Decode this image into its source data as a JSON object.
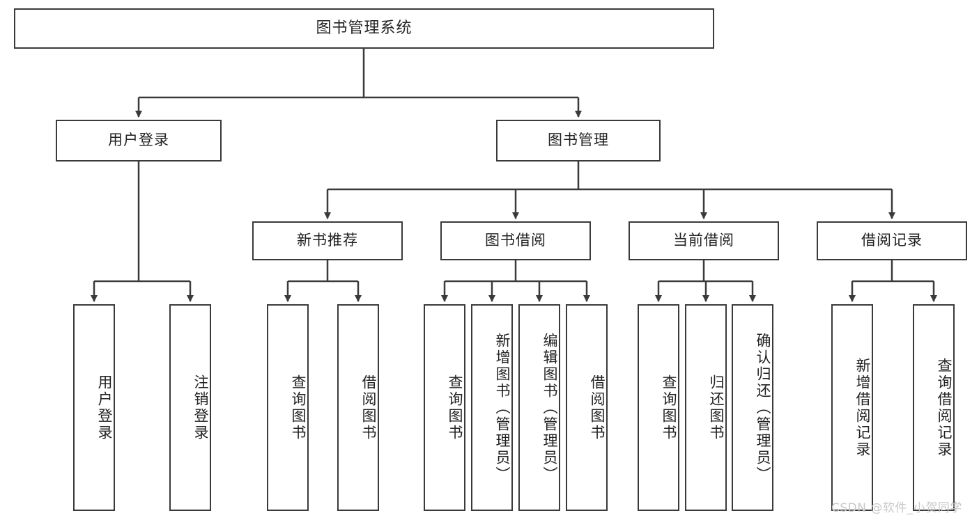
{
  "diagram": {
    "type": "tree-hierarchy",
    "title": "图书管理系统",
    "watermark": "CSDN @软件_小贺同学",
    "colors": {
      "stroke": "#3a3a3a",
      "box_fill": "#ffffff",
      "text": "#222222",
      "background": "#ffffff",
      "watermark": "#c9c9c9"
    },
    "nodes": {
      "root": {
        "label": "图书管理系统"
      },
      "level2": [
        {
          "label": "用户登录"
        },
        {
          "label": "图书管理"
        }
      ],
      "level3": [
        {
          "label": "新书推荐"
        },
        {
          "label": "图书借阅"
        },
        {
          "label": "当前借阅"
        },
        {
          "label": "借阅记录"
        }
      ],
      "leaves_user_login": [
        {
          "label": "用户登录"
        },
        {
          "label": "注销登录"
        }
      ],
      "leaves_new_book": [
        {
          "label": "查询图书"
        },
        {
          "label": "借阅图书"
        }
      ],
      "leaves_borrow": [
        {
          "label": "查询图书"
        },
        {
          "label": "新增图书（管理员）"
        },
        {
          "label": "编辑图书（管理员）"
        },
        {
          "label": "借阅图书"
        }
      ],
      "leaves_current": [
        {
          "label": "查询图书"
        },
        {
          "label": "归还图书"
        },
        {
          "label": "确认归还（管理员）"
        }
      ],
      "leaves_record": [
        {
          "label": "新增借阅记录"
        },
        {
          "label": "查询借阅记录"
        }
      ]
    }
  }
}
